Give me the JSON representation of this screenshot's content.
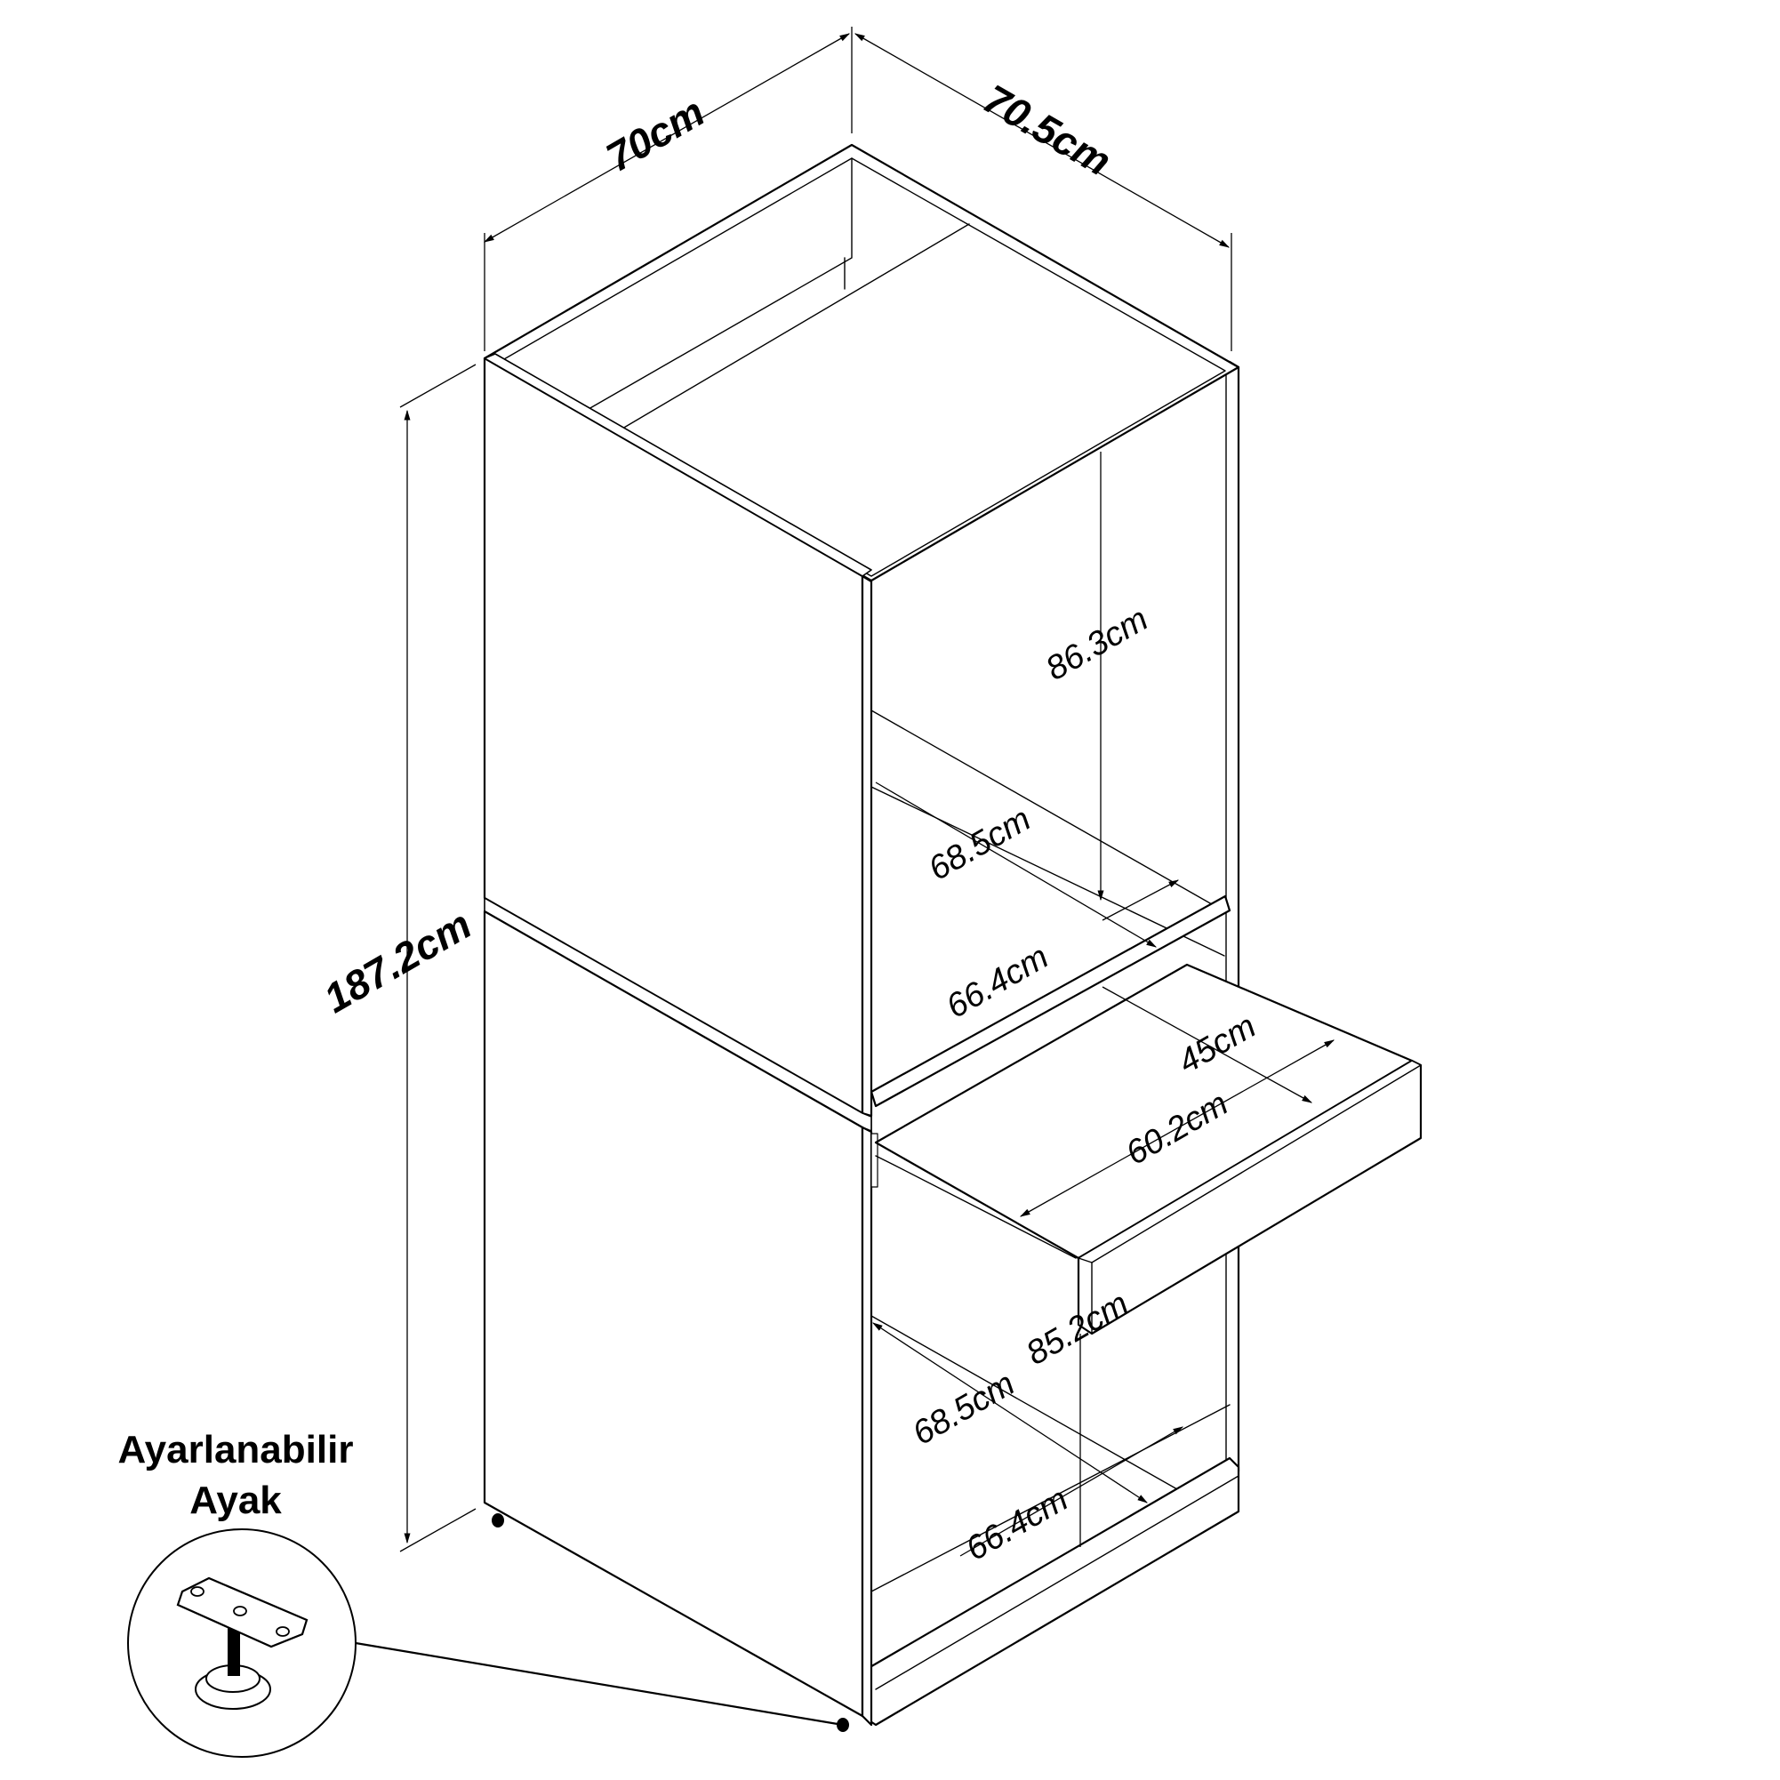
{
  "dimensions": {
    "overall_width": "70cm",
    "overall_depth": "70.5cm",
    "overall_height": "187.2cm",
    "upper_inner_height": "86.3cm",
    "upper_inner_depth": "68.5cm",
    "upper_inner_width": "66.4cm",
    "tray_depth": "45cm",
    "tray_width": "60.2cm",
    "lower_inner_height": "85.2cm",
    "lower_inner_depth": "68.5cm",
    "lower_inner_width": "66.4cm"
  },
  "detail": {
    "caption_line1": "Ayarlanabilir",
    "caption_line2": "Ayak",
    "icon": "adjustable-foot-icon"
  }
}
